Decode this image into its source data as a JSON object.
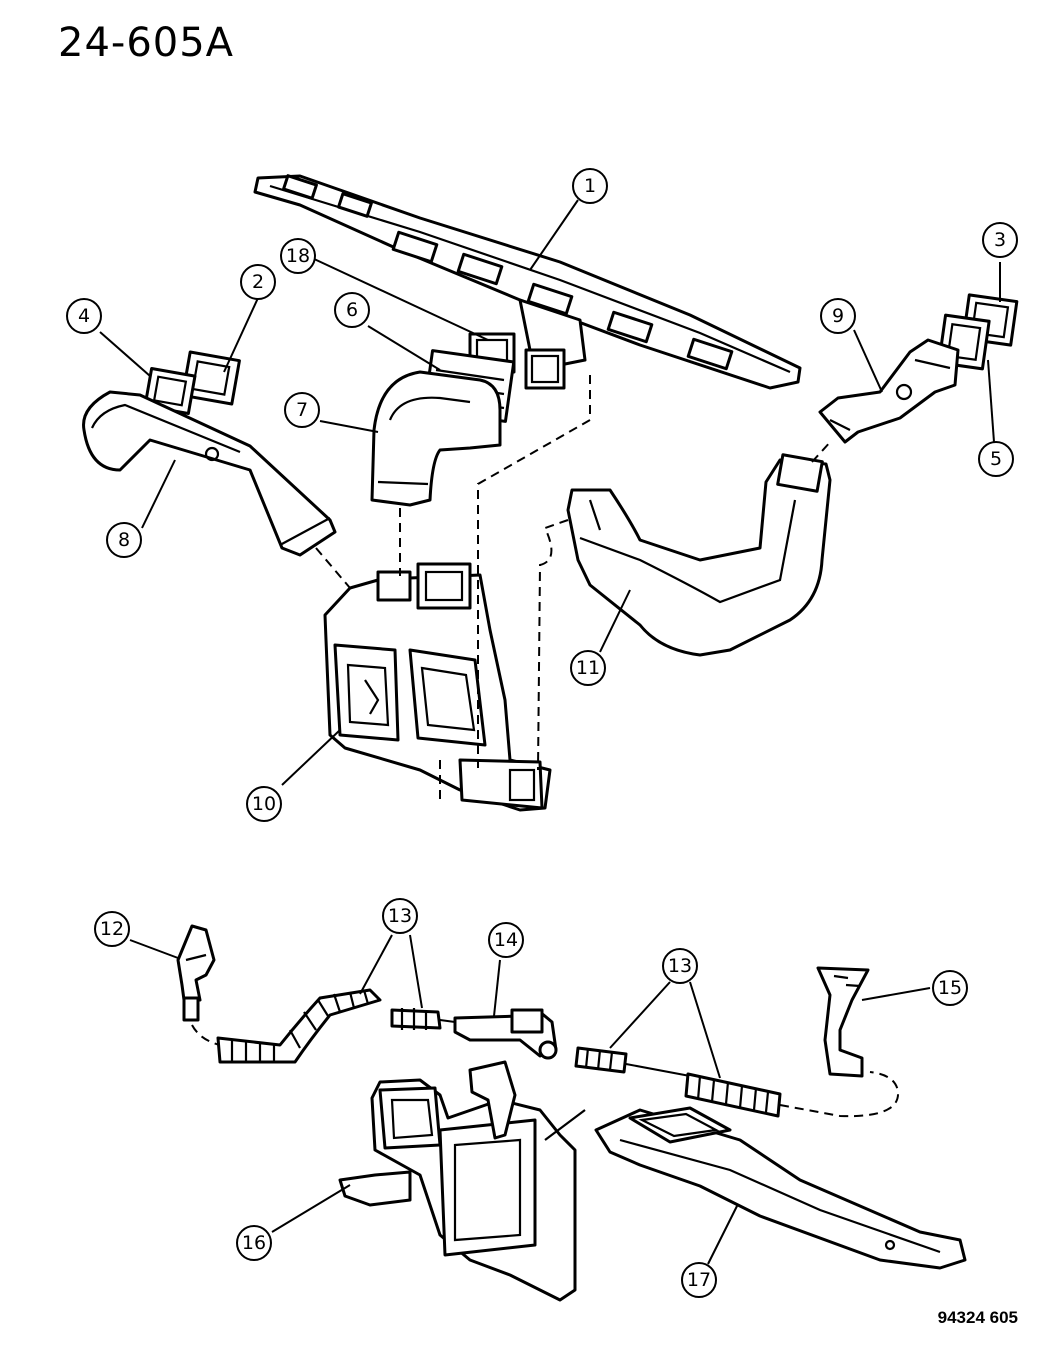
{
  "title": "24-605A",
  "footer_code": "94324 605",
  "callouts": {
    "c1": "1",
    "c2": "2",
    "c3": "3",
    "c4": "4",
    "c5": "5",
    "c6": "6",
    "c7": "7",
    "c8": "8",
    "c9": "9",
    "c10": "10",
    "c11": "11",
    "c12": "12",
    "c13a": "13",
    "c13b": "13",
    "c14": "14",
    "c15": "15",
    "c16": "16",
    "c17": "17",
    "c18": "18"
  }
}
